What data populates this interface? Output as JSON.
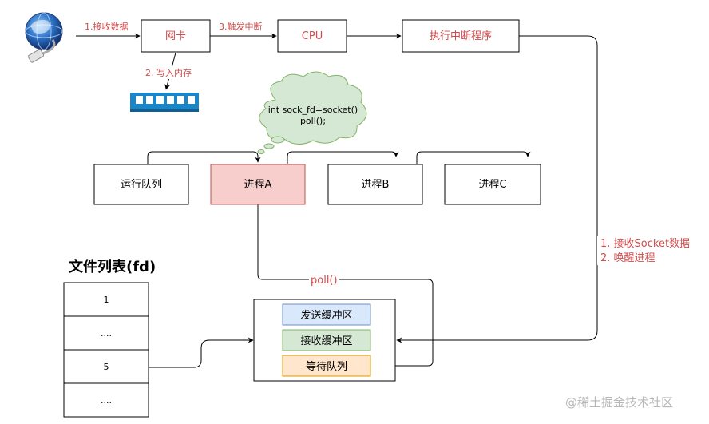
{
  "nodes": {
    "nic": "网卡",
    "cpu": "CPU",
    "interrupt_handler": "执行中断程序",
    "run_queue": "运行队列",
    "process_a": "进程A",
    "process_b": "进程B",
    "process_c": "进程C",
    "send_buffer": "发送缓冲区",
    "recv_buffer": "接收缓冲区",
    "wait_queue": "等待队列"
  },
  "edges": {
    "receive_data": "1.接收数据",
    "write_memory": "2. 写入内存",
    "trigger_interrupt": "3.触发中断",
    "poll": "poll()",
    "wake_step1": "1. 接收Socket数据",
    "wake_step2": "2. 唤醒进程"
  },
  "thought_bubble": {
    "line1": "int sock_fd=socket()",
    "line2": "poll();"
  },
  "file_list": {
    "title": "文件列表(fd)",
    "rows": [
      "1",
      "....",
      "5",
      "...."
    ]
  },
  "watermark": "@稀土掘金技术社区",
  "colors": {
    "process_a_fill": "#f8cecc",
    "process_a_stroke": "#b85450",
    "send_buffer_fill": "#dae8fc",
    "send_buffer_stroke": "#6c8ebf",
    "recv_buffer_fill": "#d5e8d4",
    "recv_buffer_stroke": "#82b366",
    "wait_queue_fill": "#ffe6cc",
    "wait_queue_stroke": "#d79b00",
    "cloud_fill": "#d5e8d4",
    "cloud_stroke": "#82b366",
    "label_red": "#d14b4b",
    "memory_blue": "#1a86c8"
  }
}
